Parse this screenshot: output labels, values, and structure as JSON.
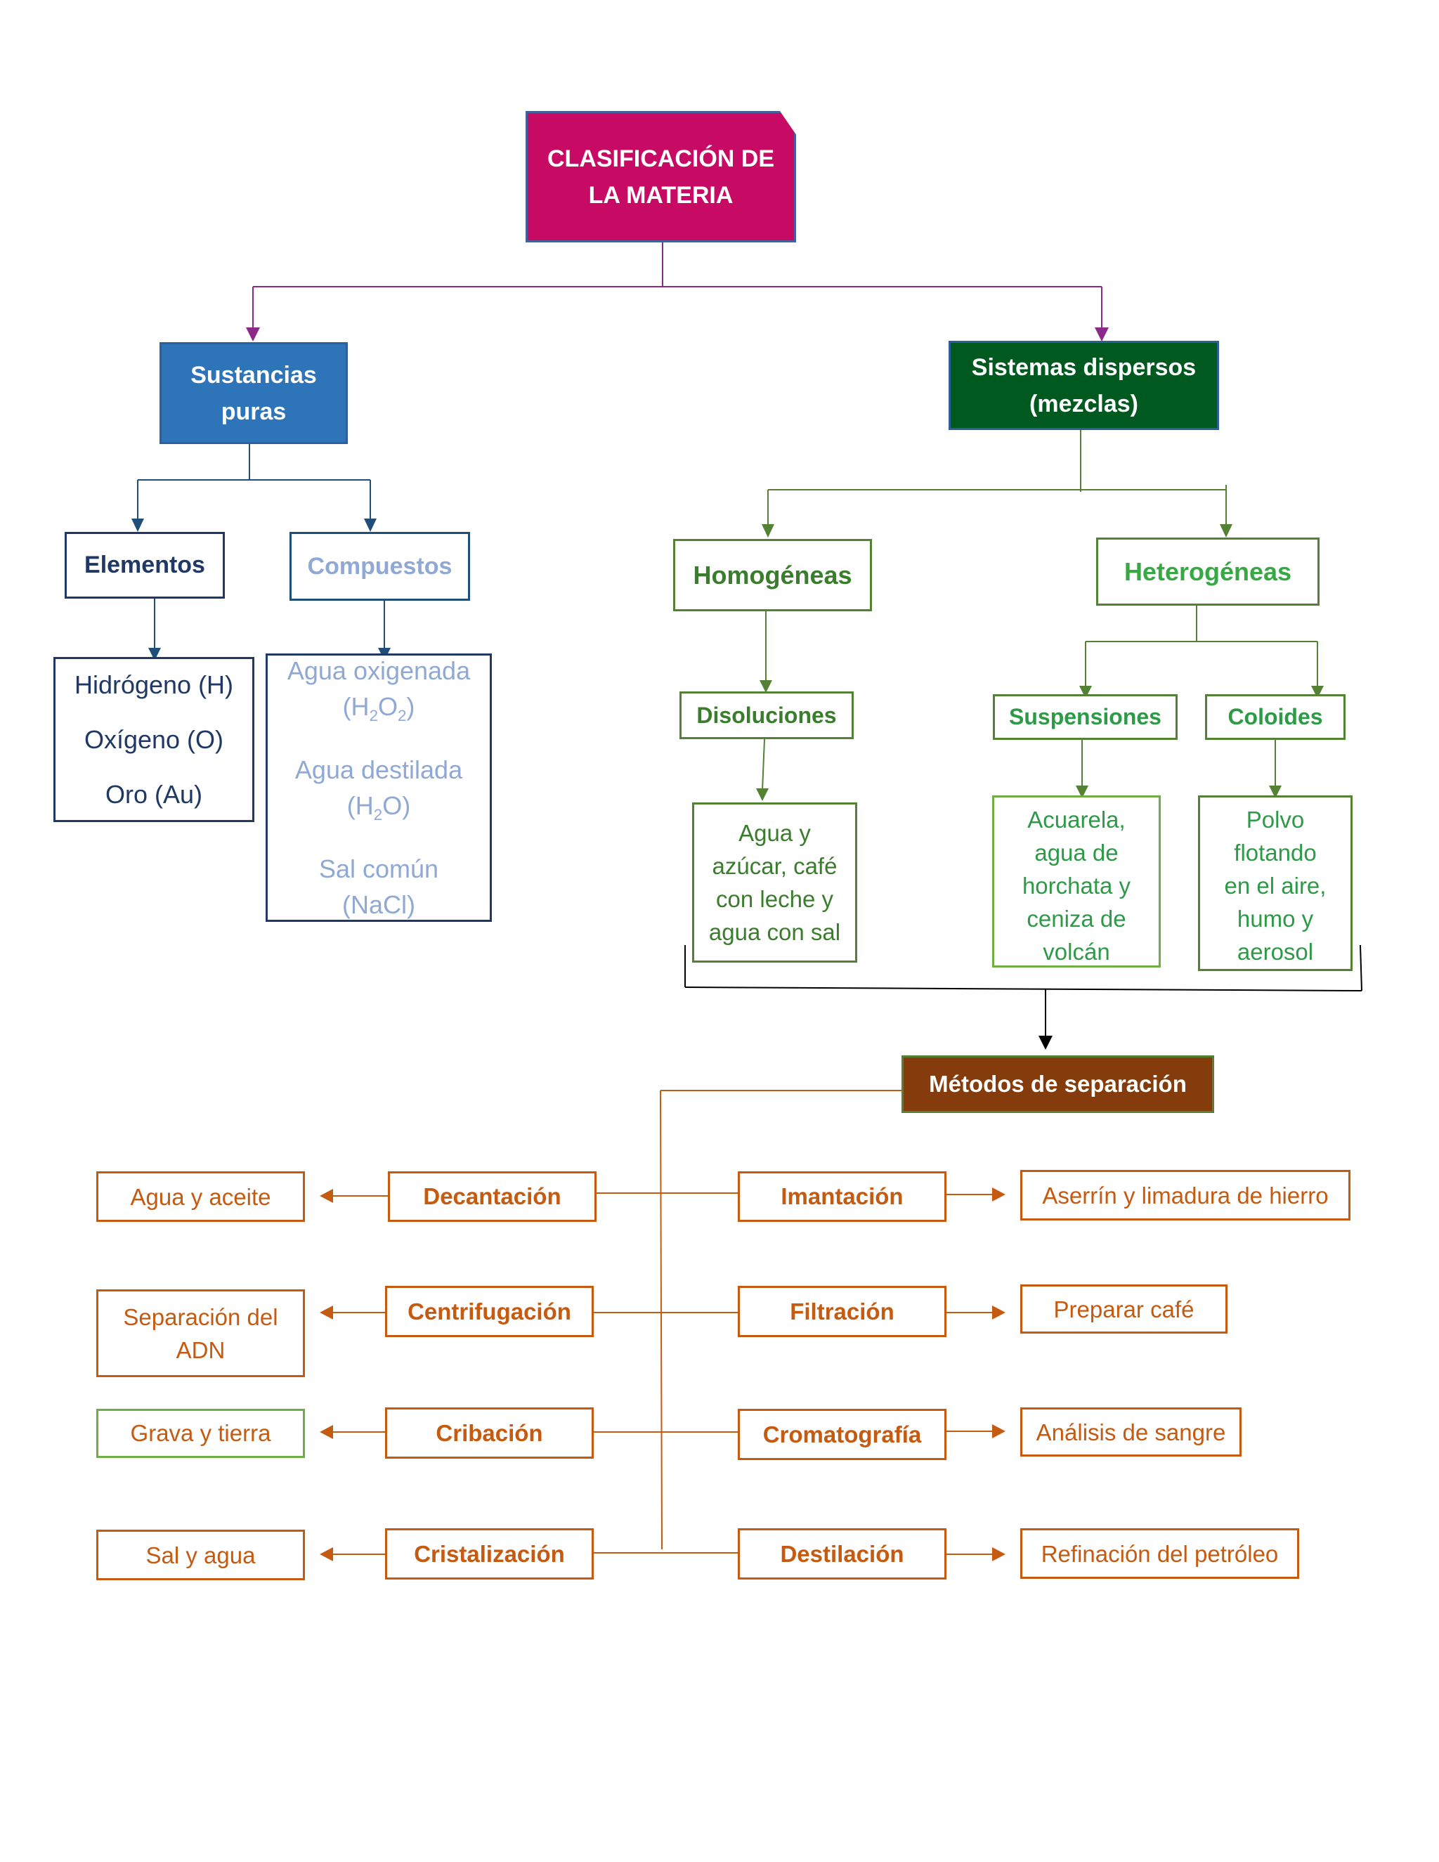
{
  "title": [
    "CLASIFICACIÓN DE",
    "LA MATERIA"
  ],
  "sustancias_puras": {
    "label": [
      "Sustancias",
      "puras"
    ],
    "elementos": {
      "label": "Elementos",
      "items": [
        "Hidrógeno (H)",
        "Oxígeno (O)",
        "Oro (Au)"
      ]
    },
    "compuestos": {
      "label": "Compuestos",
      "items": [
        {
          "name": "Agua oxigenada",
          "f_open": "(H",
          "s1": "2",
          "f_mid": "O",
          "s2": "2",
          "f_close": ")"
        },
        {
          "name": "Agua destilada",
          "f_open": "(H",
          "s1": "2",
          "f_mid": "O)"
        },
        {
          "name": "Sal común",
          "formula": "(NaCl)"
        }
      ]
    }
  },
  "sistemas_dispersos": {
    "label": [
      "Sistemas dispersos",
      "(mezclas)"
    ],
    "homogeneas": {
      "label": "Homogéneas",
      "disoluciones": {
        "label": "Disoluciones",
        "example": [
          "Agua y",
          "azúcar, café",
          "con leche y",
          "agua con sal"
        ]
      }
    },
    "heterogeneas": {
      "label": "Heterogéneas",
      "suspensiones": {
        "label": "Suspensiones",
        "example": [
          "Acuarela,",
          "agua de",
          "horchata y",
          "ceniza de",
          "volcán"
        ]
      },
      "coloides": {
        "label": "Coloides",
        "example": [
          "Polvo",
          "flotando",
          "en el aire,",
          "humo y",
          "aerosol"
        ]
      }
    }
  },
  "metodos": {
    "label": "Métodos de separación",
    "left": [
      {
        "method": "Decantación",
        "example": [
          "Agua y aceite"
        ]
      },
      {
        "method": "Centrifugación",
        "example": [
          "Separación del",
          "ADN"
        ]
      },
      {
        "method": "Cribación",
        "example": [
          "Grava y tierra"
        ]
      },
      {
        "method": "Cristalización",
        "example": [
          "Sal y agua"
        ]
      }
    ],
    "right": [
      {
        "method": "Imantación",
        "example": [
          "Aserrín y limadura de hierro"
        ]
      },
      {
        "method": "Filtración",
        "example": [
          "Preparar café"
        ]
      },
      {
        "method": "Cromatografía",
        "example": [
          "Análisis de sangre"
        ]
      },
      {
        "method": "Destilación",
        "example": [
          "Refinación del petróleo"
        ]
      }
    ]
  },
  "colors": {
    "title": "#c70b64",
    "pure": "#2e74b8",
    "mixtures": "#005a1f",
    "methods": "#843c0c",
    "orange": "#c55a11",
    "green": "#548235",
    "purple_link": "#8b2a88"
  }
}
